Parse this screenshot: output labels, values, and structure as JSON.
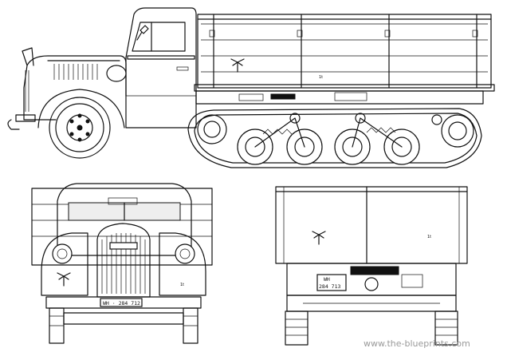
{
  "watermark": {
    "text": "www.the-blueprints.com"
  },
  "plates": {
    "front": "WH · 284 712",
    "rear_line1": "WH",
    "rear_line2": "284 713"
  },
  "markings": {
    "load_label_side": "1t",
    "load_label_front": "1t",
    "load_label_rear": "1t"
  },
  "colors": {
    "ink": "#111111",
    "paper": "#ffffff",
    "watermark": "#9a9a9a"
  }
}
